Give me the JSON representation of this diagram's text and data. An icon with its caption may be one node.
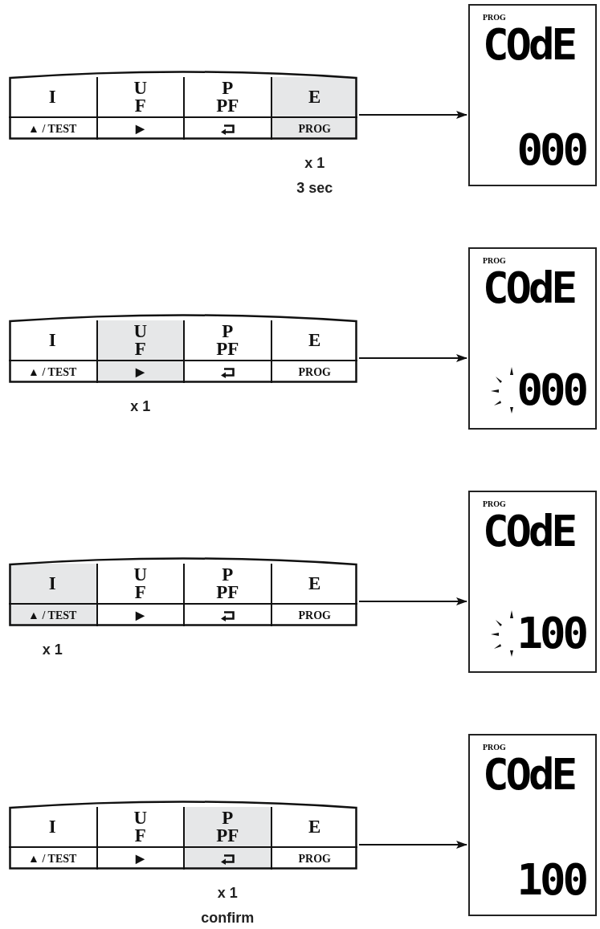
{
  "diagram": {
    "nodes": [
      {
        "text": [],
        "shape": "box"
      },
      {
        "text": [
          "I",
          "▲ / TEST"
        ],
        "in": 0
      },
      {
        "text": [
          "U F",
          "▶"
        ],
        "in": 0
      },
      {
        "text": [
          "P PF"
        ],
        "in": 0
      },
      {
        "text": [
          "E",
          "PROG"
        ],
        "in": 0,
        "beside": [
          "x 1",
          "3 sec"
        ]
      },
      {
        "text": [
          "PROG",
          "COdE",
          "000"
        ]
      },
      {
        "text": [],
        "shape": "box"
      },
      {
        "text": [
          "I",
          "▲ / TEST"
        ],
        "in": 6
      },
      {
        "text": [
          "U F",
          "▶"
        ],
        "in": 6,
        "beside": [
          "x 1"
        ]
      },
      {
        "text": [
          "P PF"
        ],
        "in": 6
      },
      {
        "text": [
          "E",
          "PROG"
        ],
        "in": 6
      },
      {
        "text": [
          "PROG",
          "COdE",
          "000"
        ]
      },
      {
        "text": [],
        "shape": "box"
      },
      {
        "text": [
          "I",
          "▲ / TEST"
        ],
        "in": 12,
        "beside": [
          "x 1"
        ]
      },
      {
        "text": [
          "U F",
          "▶"
        ],
        "in": 12
      },
      {
        "text": [
          "P PF"
        ],
        "in": 12
      },
      {
        "text": [
          "E",
          "PROG"
        ],
        "in": 12
      },
      {
        "text": [
          "PROG",
          "COdE",
          "100"
        ]
      },
      {
        "text": [],
        "shape": "box"
      },
      {
        "text": [
          "I",
          "▲ / TEST"
        ],
        "in": 18
      },
      {
        "text": [
          "U F",
          "▶"
        ],
        "in": 18
      },
      {
        "text": [
          "P PF"
        ],
        "in": 18,
        "beside": [
          "x 1",
          "confirm"
        ]
      },
      {
        "text": [
          "E",
          "PROG"
        ],
        "in": 18
      },
      {
        "text": [
          "PROG",
          "COdE",
          "100"
        ]
      }
    ],
    "edges": [
      {
        "from": 0,
        "to": 5,
        "arrow": "to"
      },
      {
        "from": 6,
        "to": 11,
        "arrow": "to"
      },
      {
        "from": 12,
        "to": 17,
        "arrow": "to"
      },
      {
        "from": 18,
        "to": 23,
        "arrow": "to"
      }
    ]
  }
}
